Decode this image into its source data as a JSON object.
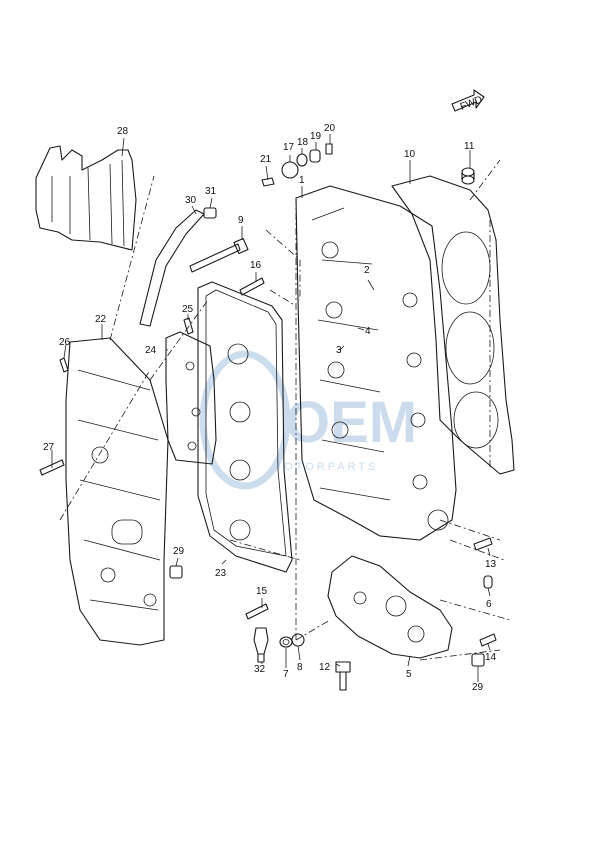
{
  "fwd_badge": "FWD",
  "callouts": [
    "1",
    "2",
    "3",
    "4",
    "5",
    "6",
    "7",
    "8",
    "9",
    "10",
    "11",
    "12",
    "13",
    "14",
    "15",
    "16",
    "17",
    "18",
    "19",
    "20",
    "21",
    "22",
    "23",
    "24",
    "25",
    "26",
    "27",
    "28",
    "29",
    "29",
    "30",
    "31",
    "32"
  ],
  "watermark": {
    "logo_text": "OEM",
    "tagline": "MOTORPARTS"
  },
  "colors": {
    "line": "#1a1a1a",
    "watermark": "#8fb3d9"
  }
}
